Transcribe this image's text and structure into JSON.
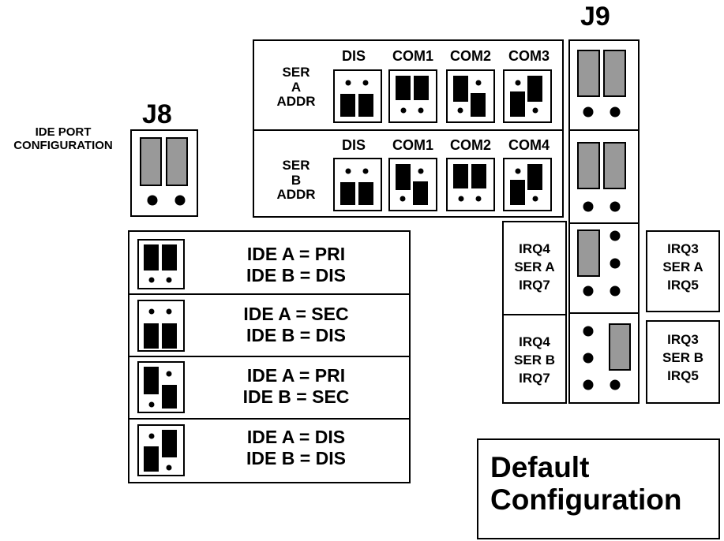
{
  "titles": {
    "j9": "J9",
    "j8": "J8",
    "ide_port_config": "IDE PORT\nCONFIGURATION"
  },
  "ser_a": {
    "label": "SER\nA\nADDR",
    "options": [
      "DIS",
      "COM1",
      "COM2",
      "COM3"
    ]
  },
  "ser_b": {
    "label": "SER\nB\nADDR",
    "options": [
      "DIS",
      "COM1",
      "COM2",
      "COM4"
    ]
  },
  "ide_options": [
    {
      "line1": "IDE A = PRI",
      "line2": "IDE B = DIS"
    },
    {
      "line1": "IDE A = SEC",
      "line2": "IDE B = DIS"
    },
    {
      "line1": "IDE A = PRI",
      "line2": "IDE B = SEC"
    },
    {
      "line1": "IDE A = DIS",
      "line2": "IDE B = DIS"
    }
  ],
  "irq": {
    "ser_a_left": "IRQ4\nSER A\nIRQ7",
    "ser_b_left": "IRQ4\nSER B\nIRQ7",
    "ser_a_right": "IRQ3\nSER A\nIRQ5",
    "ser_b_right": "IRQ3\nSER B\nIRQ5"
  },
  "default_note": "Default\nConfiguration",
  "colors": {
    "jumper_on": "#000000",
    "jumper_default": "#999999",
    "line": "#000000"
  }
}
